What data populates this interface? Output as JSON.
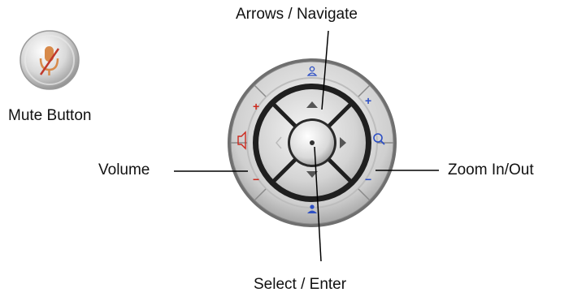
{
  "labels": {
    "arrows": "Arrows / Navigate",
    "mute": "Mute Button",
    "volume": "Volume",
    "zoom": "Zoom In/Out",
    "select": "Select / Enter"
  },
  "colors": {
    "red": "#cc2a1e",
    "blue": "#2d4fc4",
    "text": "#111111"
  }
}
